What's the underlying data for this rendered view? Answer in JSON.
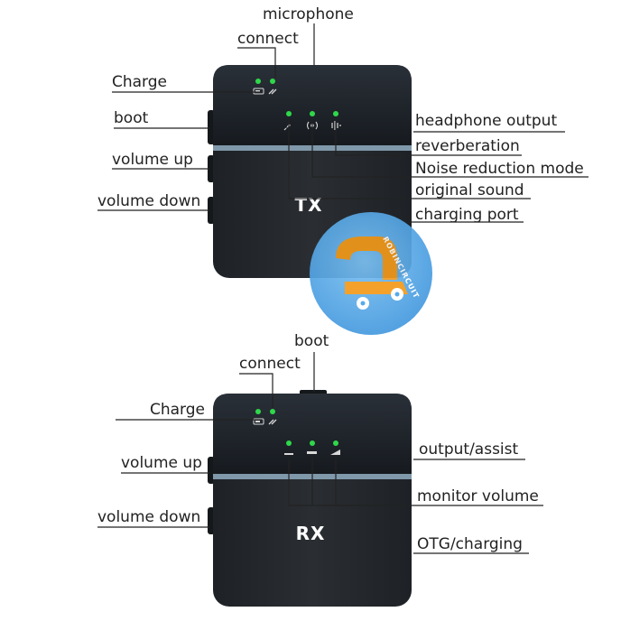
{
  "tx": {
    "title": "TX",
    "labels": {
      "microphone": "microphone",
      "connect": "connect",
      "charge": "Charge",
      "boot": "boot",
      "volume_up": "volume up",
      "volume_down": "volume down",
      "headphone_output": "headphone output",
      "reverberation": "reverberation",
      "noise_reduction_mode": "Noise reduction mode",
      "original_sound": "original sound",
      "charging_port": "charging port"
    }
  },
  "rx": {
    "title": "RX",
    "labels": {
      "boot": "boot",
      "connect": "connect",
      "charge": "Charge",
      "volume_up": "volume up",
      "volume_down": "volume down",
      "output_assist": "output/assist",
      "monitor_volume": "monitor volume",
      "otg_charging": "OTG/charging"
    }
  },
  "watermark": {
    "text": "ROBINCIRCUIT"
  },
  "colors": {
    "device_top": "#1c2127",
    "device_bottom": "#24282c",
    "led_green": "#2fd84a",
    "separator": "#7f98aa",
    "watermark_blue": "#4aa3e8",
    "watermark_orange": "#f29a1a"
  },
  "icons": {
    "charge": "battery-icon",
    "connect": "link-icon",
    "original_sound": "microphone-icon",
    "noise_reduction": "broadcast-icon",
    "reverberation": "waveform-icon"
  }
}
